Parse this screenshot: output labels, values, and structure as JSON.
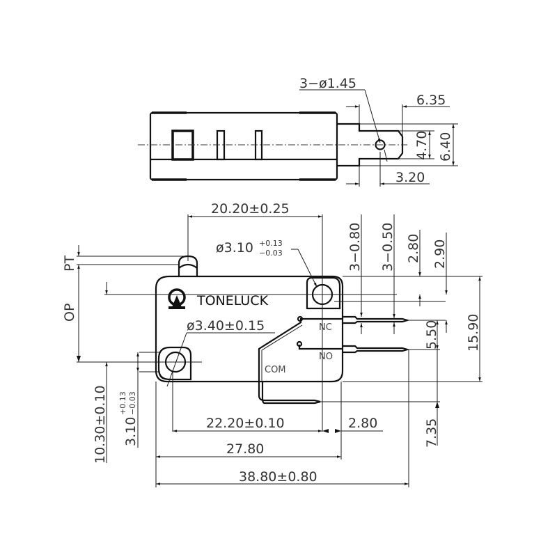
{
  "drawing": {
    "brand": "TONELUCK",
    "top_view": {
      "hole_callout": "3−ø1.45",
      "dim_tab_length": "6.35",
      "dim_tab_inner_width": "4.70",
      "dim_tab_outer_width": "6.40",
      "dim_hole_offset": "3.20"
    },
    "front_view": {
      "dim_mount_spacing": "20.20±0.25",
      "upper_hole_dia": "ø3.10",
      "upper_hole_tol_plus": "+0.13",
      "upper_hole_tol_minus": "−0.03",
      "lower_hole_dia": "ø3.40±0.15",
      "dim_terminal_thickness": "3−0.80",
      "dim_terminal_width": "3−0.50",
      "dim_2_80_vertical": "2.80",
      "dim_2_90": "2.90",
      "dim_5_50": "5.50",
      "dim_15_90": "15.90",
      "dim_7_35": "7.35",
      "label_pt": "PT",
      "label_op": "OP",
      "dim_10_30": "10.30±0.10",
      "dim_3_10_left": "3.10",
      "dim_3_10_left_tol_plus": "+0.13",
      "dim_3_10_left_tol_minus": "−0.03",
      "dim_22_20": "22.20±0.10",
      "dim_2_80_horizontal": "2.80",
      "dim_27_80": "27.80",
      "dim_38_80": "38.80±0.80",
      "terminal_nc": "NC",
      "terminal_no": "NO",
      "terminal_com": "COM"
    }
  }
}
